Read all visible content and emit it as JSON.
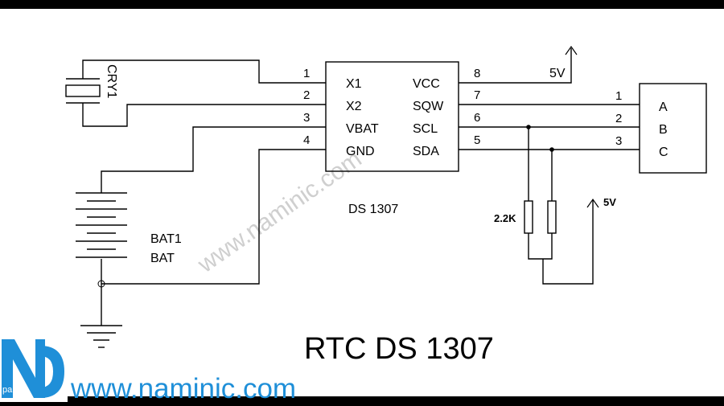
{
  "colors": {
    "bg": "#ffffff",
    "frame": "#000000",
    "wire": "#000000",
    "brand_blue": "#1f8fd8",
    "watermark": "#c8c8c8"
  },
  "ic": {
    "name": "DS 1307",
    "left_pins": [
      {
        "num": "1",
        "label": "X1"
      },
      {
        "num": "2",
        "label": "X2"
      },
      {
        "num": "3",
        "label": "VBAT"
      },
      {
        "num": "4",
        "label": "GND"
      }
    ],
    "right_pins": [
      {
        "num": "8",
        "label": "VCC"
      },
      {
        "num": "7",
        "label": "SQW"
      },
      {
        "num": "6",
        "label": "SCL"
      },
      {
        "num": "5",
        "label": "SDA"
      }
    ]
  },
  "connector": {
    "pins": [
      {
        "num": "1",
        "label": "A"
      },
      {
        "num": "2",
        "label": "B"
      },
      {
        "num": "3",
        "label": "C"
      }
    ]
  },
  "crystal": {
    "label": "CRY1"
  },
  "battery": {
    "label": "BAT1",
    "sublabel": "BAT"
  },
  "power": {
    "vcc_label": "5V",
    "pullup_label": "5V"
  },
  "resistor": {
    "label": "2.2K"
  },
  "title": "RTC DS 1307",
  "watermark": "www.naminic.com",
  "logo": {
    "text": "N",
    "tagline": "parti..."
  },
  "footer_url": "www.naminic.com"
}
